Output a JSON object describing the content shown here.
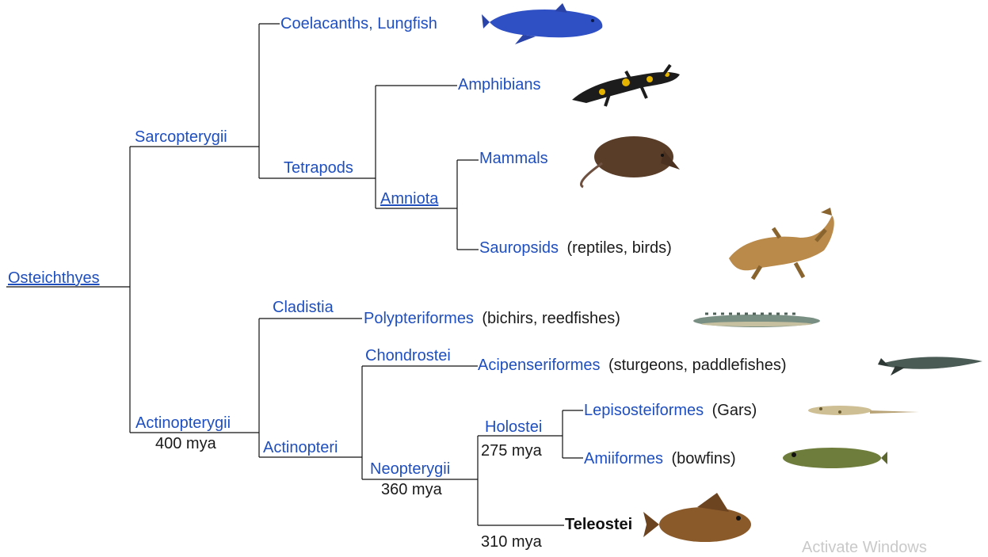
{
  "tree": {
    "root": "Osteichthyes",
    "sarcopterygii": "Sarcopterygii",
    "coelacanths": "Coelacanths, Lungfish",
    "tetrapods": "Tetrapods",
    "amphibians": "Amphibians",
    "amniota": "Amniota",
    "mammals": "Mammals",
    "sauropsids": "Sauropsids",
    "sauropsids_note": "(reptiles, birds)",
    "actinopterygii": "Actinopterygii",
    "actinopterygii_age": "400 mya",
    "cladistia": "Cladistia",
    "polypteriformes": "Polypteriformes",
    "polypteriformes_note": "(bichirs, reedfishes)",
    "actinopteri": "Actinopteri",
    "chondrostei": "Chondrostei",
    "acipenseriformes": "Acipenseriformes",
    "acipenseriformes_note": "(sturgeons, paddlefishes)",
    "neopterygii": "Neopterygii",
    "neopterygii_age": "360 mya",
    "holostei": "Holostei",
    "holostei_age": "275 mya",
    "lepisosteiformes": "Lepisosteiformes",
    "lepisosteiformes_note": "(Gars)",
    "amiiformes": "Amiiformes",
    "amiiformes_note": "(bowfins)",
    "teleostei": "Teleostei",
    "teleostei_age": "310 mya"
  },
  "watermark": "Activate Windows",
  "colors": {
    "link": "#1f4fbf",
    "line": "#111111"
  }
}
